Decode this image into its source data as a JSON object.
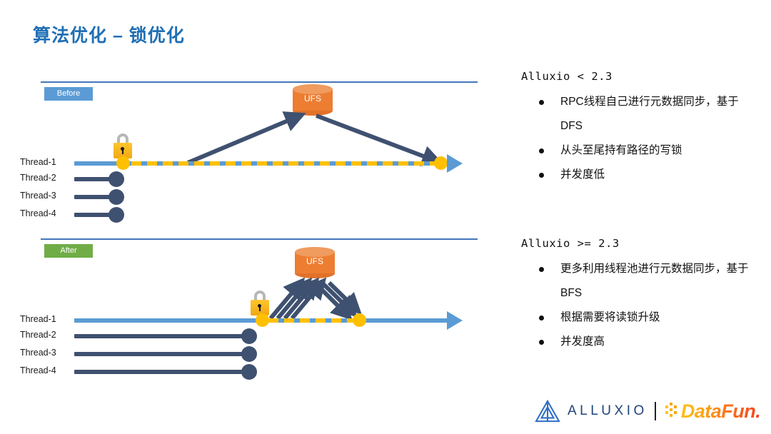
{
  "slide": {
    "title": "算法优化 – 锁优化"
  },
  "diagram": {
    "before": {
      "badge": "Before",
      "ufs_label": "UFS",
      "threads": [
        "Thread-1",
        "Thread-2",
        "Thread-3",
        "Thread-4"
      ]
    },
    "after": {
      "badge": "After",
      "ufs_label": "UFS",
      "threads": [
        "Thread-1",
        "Thread-2",
        "Thread-3",
        "Thread-4"
      ]
    }
  },
  "notes": {
    "before": {
      "heading": "Alluxio < 2.3",
      "bullets": [
        "RPC线程自己进行元数据同步，基于DFS",
        "从头至尾持有路径的写锁",
        "并发度低"
      ]
    },
    "after": {
      "heading": "Alluxio >= 2.3",
      "bullets": [
        "更多利用线程池进行元数据同步，基于BFS",
        "根据需要将读锁升级",
        "并发度高"
      ]
    }
  },
  "footer": {
    "alluxio_word": "ALLUXIO",
    "datafun_word": "DataFun."
  },
  "colors": {
    "title_blue": "#1F6FB5",
    "badge_before": "#5B9BD5",
    "badge_after": "#70AD47",
    "timeline_blue": "#5B9BD5",
    "lock_yellow": "#FFC000",
    "thread_dark": "#3F5170",
    "ufs_orange": "#ED7D31"
  }
}
